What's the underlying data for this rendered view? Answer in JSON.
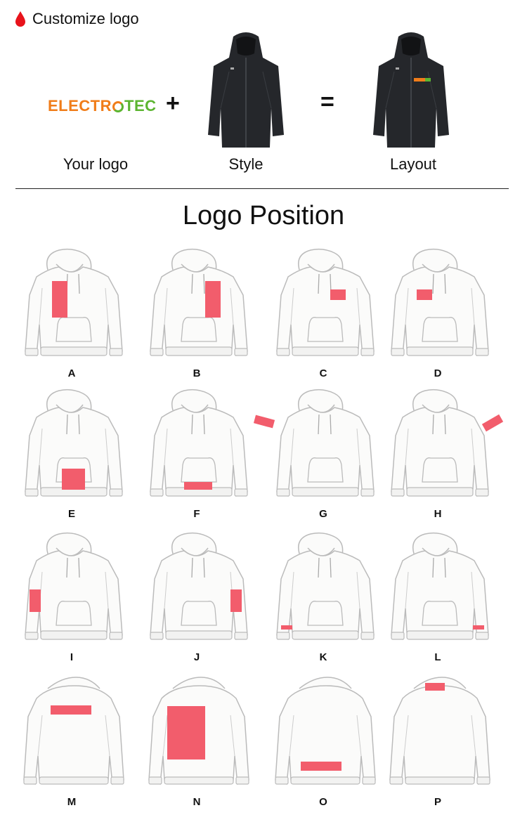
{
  "header": {
    "title": "Customize logo",
    "icon": "red-drop-icon",
    "accent": "#e8131b"
  },
  "equation": {
    "logo_word": {
      "part1": "ELECTR",
      "part2": "TEC"
    },
    "plus": "+",
    "equals": "=",
    "captions": {
      "your_logo": "Your logo",
      "style": "Style",
      "layout": "Layout"
    }
  },
  "section_title": "Logo Position",
  "highlight_color": "#f25d6c",
  "positions": [
    {
      "label": "A",
      "view": "front"
    },
    {
      "label": "B",
      "view": "front"
    },
    {
      "label": "C",
      "view": "front"
    },
    {
      "label": "D",
      "view": "front"
    },
    {
      "label": "E",
      "view": "front"
    },
    {
      "label": "F",
      "view": "front"
    },
    {
      "label": "G",
      "view": "front"
    },
    {
      "label": "H",
      "view": "front"
    },
    {
      "label": "I",
      "view": "front"
    },
    {
      "label": "J",
      "view": "front"
    },
    {
      "label": "K",
      "view": "front"
    },
    {
      "label": "L",
      "view": "front"
    },
    {
      "label": "M",
      "view": "back"
    },
    {
      "label": "N",
      "view": "back"
    },
    {
      "label": "O",
      "view": "back"
    },
    {
      "label": "P",
      "view": "back"
    }
  ]
}
